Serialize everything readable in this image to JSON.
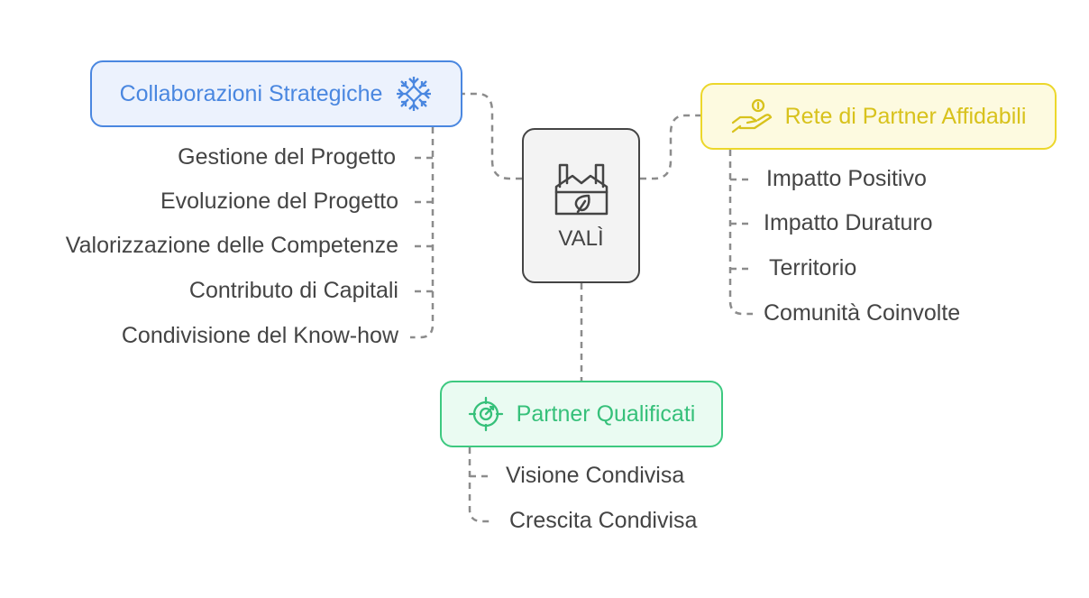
{
  "center": {
    "label": "VALÌ",
    "icon": "factory-leaf-icon"
  },
  "branches": [
    {
      "id": "collaborazioni",
      "title": "Collaborazioni Strategiche",
      "icon": "snowflake-network-icon",
      "color": "#4a87e0",
      "items": [
        "Gestione del Progetto",
        "Evoluzione del Progetto",
        "Valorizzazione delle Competenze",
        "Contributo di Capitali",
        "Condivisione del Know-how"
      ]
    },
    {
      "id": "rete",
      "title": "Rete di Partner Affidabili",
      "icon": "hand-coin-icon",
      "color": "#ecd72b",
      "items": [
        "Impatto Positivo",
        "Impatto Duraturo",
        "Territorio",
        "Comunità Coinvolte"
      ]
    },
    {
      "id": "partner",
      "title": "Partner Qualificati",
      "icon": "target-crosshair-icon",
      "color": "#3dc980",
      "items": [
        "Visione Condivisa",
        "Crescita Condivisa"
      ]
    }
  ]
}
